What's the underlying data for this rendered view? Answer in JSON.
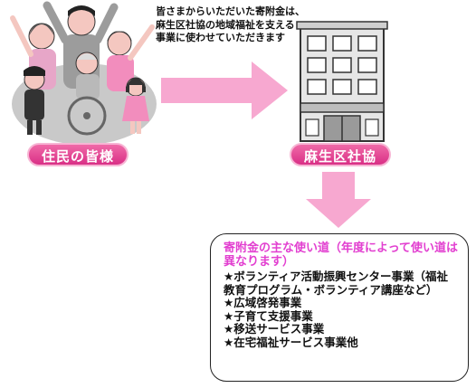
{
  "caption": {
    "lines": [
      "皆さまからいただいた寄附金は、",
      "麻生区社協の地域福祉を支える",
      "事業に使わせていただきます"
    ]
  },
  "residents_label": "住民の皆様",
  "council_label": "麻生区社協",
  "usage": {
    "title": "寄附金の主な使い道（年度によって使い道は異なります）",
    "items": [
      "★ボランティア活動振興センター事業（福祉教育プログラム・ボランティア講座など）",
      "★広域啓発事業",
      "★子育て支援事業",
      "★移送サービス事業",
      "★在宅福祉サービス事業他"
    ]
  },
  "colors": {
    "arrow": "#f7a8d0",
    "pill": "#e0398d",
    "title_accent": "#e23fd0"
  }
}
